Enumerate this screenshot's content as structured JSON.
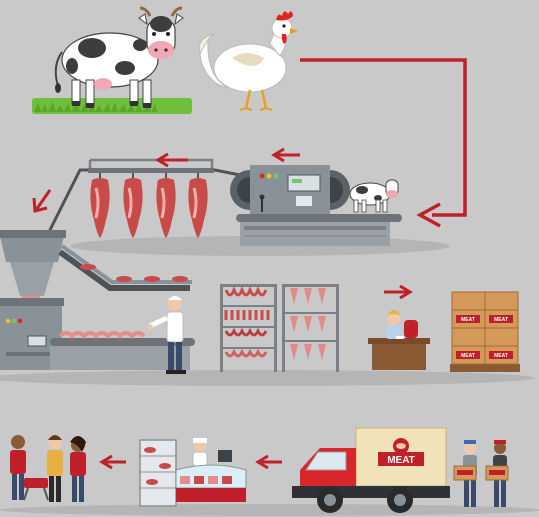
{
  "scene": {
    "background_color": "#c9c9c9",
    "accent_color": "#c0202a",
    "machine_color": "#8a9299",
    "meat_color": "#c94a4a"
  },
  "labels": {
    "box_label": "MEAT",
    "truck_label": "MEAT"
  },
  "stages": [
    {
      "name": "livestock",
      "icons": [
        "cow-icon",
        "rooster-icon"
      ]
    },
    {
      "name": "slaughter-line",
      "icons": [
        "hanging-carcass-icon",
        "conveyor-machine-icon"
      ]
    },
    {
      "name": "processing",
      "icons": [
        "meat-grinder-icon",
        "worker-icon",
        "sausage-rack-icon",
        "office-worker-icon",
        "boxed-meat-icon"
      ]
    },
    {
      "name": "distribution",
      "icons": [
        "delivery-truck-icon",
        "loaders-icon",
        "shop-counter-icon",
        "customers-icon"
      ]
    }
  ]
}
